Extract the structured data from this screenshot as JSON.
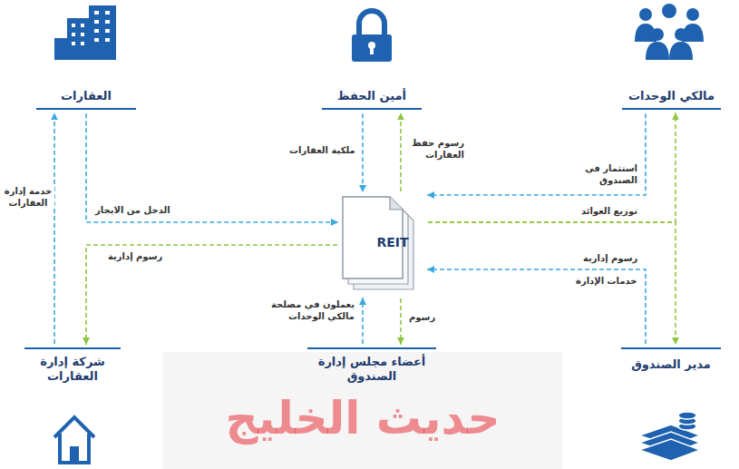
{
  "diagram": {
    "nodes": [
      {
        "text": [
          "العقارات"
        ]
      },
      {
        "text": [
          "أمين الحفظ"
        ]
      },
      {
        "text": [
          "مالكي الوحدات"
        ]
      },
      {
        "text": [
          "REIT"
        ]
      },
      {
        "text": [
          "شركة إدارة العقارات"
        ]
      },
      {
        "text": [
          "أعضاء مجلس إدارة الصندوق"
        ]
      },
      {
        "text": [
          "مدير الصندوق"
        ]
      }
    ],
    "edges": [
      {
        "from": 1,
        "to": 3,
        "label": "ملكية العقارات",
        "arrow": "to"
      },
      {
        "from": 3,
        "to": 1,
        "label": "رسوم حفظ العقارات",
        "arrow": "to"
      },
      {
        "from": 2,
        "to": 3,
        "label": "استثمار في الصندوق",
        "arrow": "to"
      },
      {
        "from": 3,
        "to": 2,
        "label": "توزيع العوائد",
        "arrow": "to"
      },
      {
        "from": 0,
        "to": 3,
        "label": "الدخل من الايجار",
        "arrow": "to"
      },
      {
        "from": 3,
        "to": 4,
        "label": "رسوم إدارية",
        "arrow": "to"
      },
      {
        "from": 4,
        "to": 0,
        "label": "خدمة إدارة العقارات",
        "arrow": "to"
      },
      {
        "from": 5,
        "to": 3,
        "label": "يعملون في مصلحة مالكي الوحدات",
        "arrow": "to"
      },
      {
        "from": 3,
        "to": 5,
        "label": "رسوم",
        "arrow": "to"
      },
      {
        "from": 3,
        "to": 6,
        "label": "رسوم إدارية",
        "arrow": "to"
      },
      {
        "from": 6,
        "to": 3,
        "label": "خدمات الإدارة",
        "arrow": "to"
      }
    ],
    "labels": [
      "حديث الخليج"
    ]
  }
}
